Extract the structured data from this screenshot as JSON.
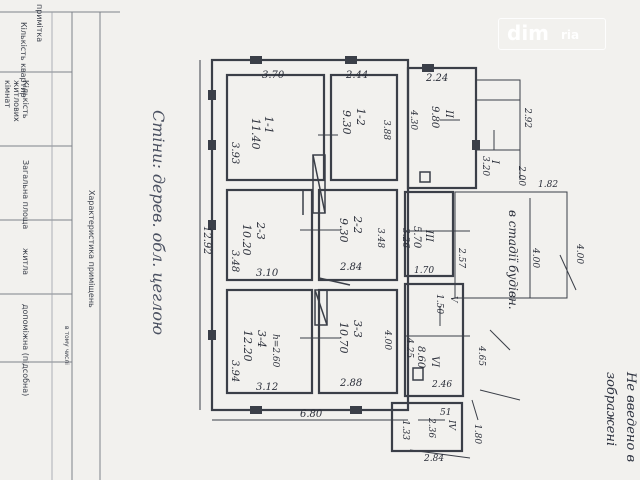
{
  "table": {
    "top_note": "примітка",
    "headers": [
      "Кількість квартир",
      "Кількість житлових кімнат",
      "Загальна площа",
      "житла",
      "допоміжна (підсобна)"
    ],
    "section_title": "Характеристика приміщень",
    "footnote": "в тому числі"
  },
  "handwriting": {
    "walls_note": "Стіни: дерев. обл. цеглою",
    "not_commissioned": "Не введено в зображені"
  },
  "rooms": [
    {
      "id": "1-1",
      "area": "11.40",
      "w": "3.70",
      "d": "3.93"
    },
    {
      "id": "1-2",
      "area": "9.30",
      "w": "2.44",
      "d": "3.88"
    },
    {
      "id": "2-3",
      "area": "10.20",
      "w": "3.10",
      "d": "3.48"
    },
    {
      "id": "2-2",
      "area": "9.30",
      "w": "2.84",
      "d": "3.48"
    },
    {
      "id": "3-4",
      "area": "12.20",
      "w": "3.12",
      "d": "3.94"
    },
    {
      "id": "3-3",
      "area": "10.70",
      "w": "2.88",
      "d": "4.00"
    }
  ],
  "dims": {
    "total_len": "12.92",
    "total_w": "6.80",
    "ann1": "2.24",
    "ann1_area": "9.80",
    "ann1_d": "4.30",
    "ann2": "2.92",
    "ann2b": "2.00",
    "ann3": "1.82",
    "ann4": "4.00",
    "ann5": "4.00",
    "r_i": "3.20",
    "r_iii": "5.70",
    "r_iii_d": "3.26",
    "r_iii_w": "1.70",
    "r_27": "2.57",
    "r_v_area": "1.50",
    "r_vi_area": "8.60",
    "r_vi_d": "4.25",
    "r_vi_w": "2.46",
    "r_ext": "4.65",
    "r_51": "51",
    "r_v2": "2.36",
    "r_133": "1.33",
    "r_180": "1.80",
    "r_284": "2.84",
    "hall_h": "h=2.60"
  },
  "labels": {
    "I": "I",
    "II": "II",
    "III": "III",
    "IV": "IV",
    "V": "V",
    "VI": "VI",
    "unfinished": "в стадії будівн."
  },
  "watermark": {
    "brand": "dim",
    "suffix": "ria"
  }
}
